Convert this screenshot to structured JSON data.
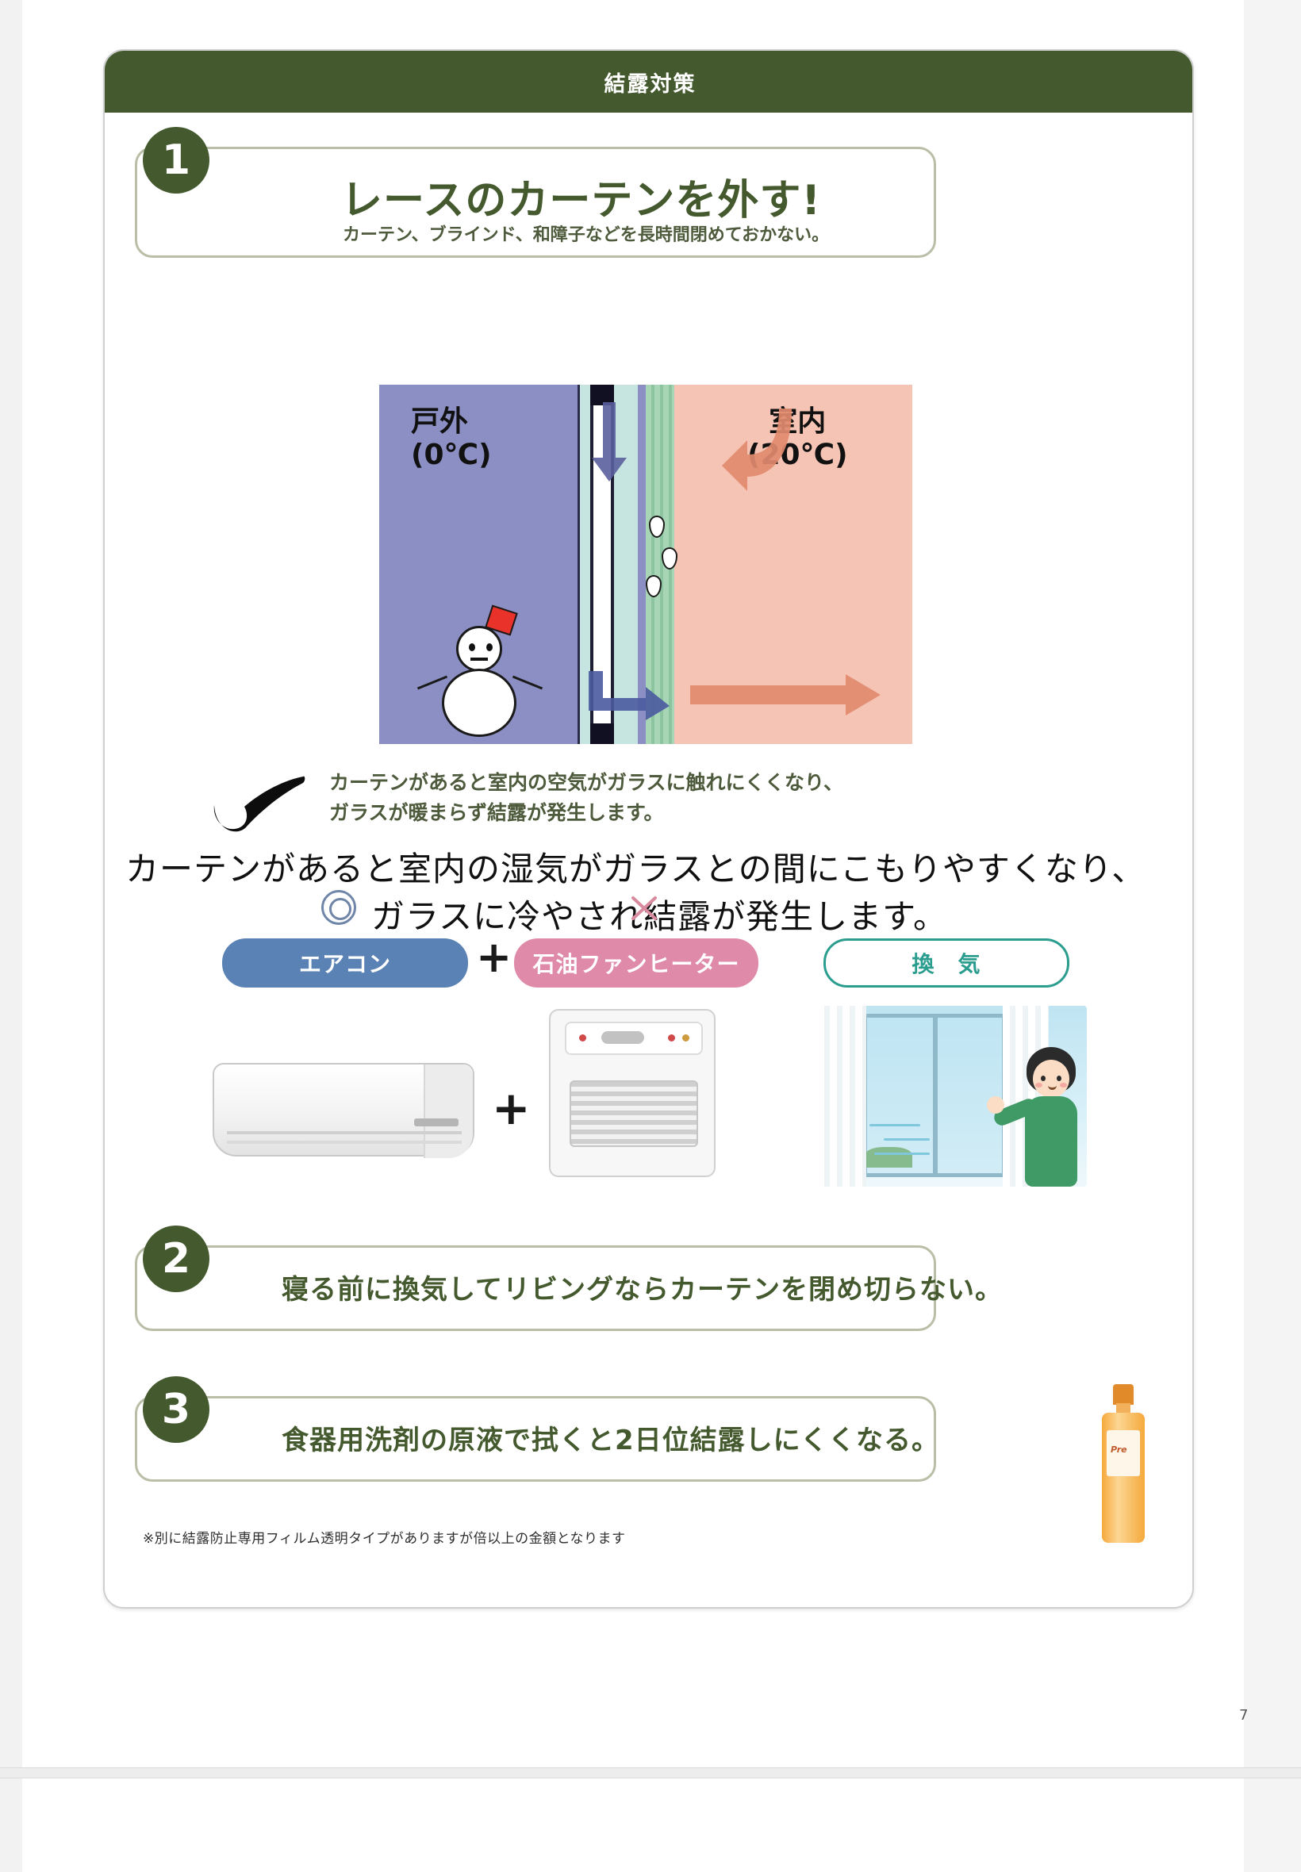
{
  "document": {
    "header_title": "結露対策",
    "page_number": "7"
  },
  "steps": [
    {
      "number": "1",
      "title": "レースのカーテンを外す!",
      "subtitle": "カーテン、ブラインド、和障子などを長時間閉めておかない。"
    },
    {
      "number": "2",
      "title": "寝る前に換気してリビングならカーテンを閉め切らない。"
    },
    {
      "number": "3",
      "title": "食器用洗剤の原液で拭くと2日位結露しにくくなる。"
    }
  ],
  "diagram": {
    "outside_label_line1": "戸外",
    "outside_label_line2": "(0℃)",
    "inside_label_line1": "室内",
    "inside_label_line2": "(20℃)",
    "outside_color": "#8b8fc4",
    "inside_color": "#f6c4b4",
    "curtain_color": "#8cc4a0",
    "glass_color": "#c6e4e0",
    "warm_arrow_color": "#e08a6e",
    "cold_arrow_color": "#5a5f9e"
  },
  "annotation": {
    "line1": "カーテンがあると室内の空気がガラスに触れにくくなり、",
    "line2": "ガラスが暖まらず結露が発生します。",
    "icon": "check-mark",
    "color": "#4e5a3c"
  },
  "overlay_correction": {
    "line1": "カーテンがあると室内の湿気がガラスとの間にこもりやすくなり、",
    "line2": "ガラスに冷やされ結露が発生します。",
    "mark": "double-circle",
    "mark_color": "#6f86a8",
    "strike_color": "#d98a9e"
  },
  "appliance_badges": [
    {
      "label": "エアコン",
      "style": "filled-blue",
      "color": "#5b82b4"
    },
    {
      "label": "石油ファンヒーター",
      "style": "filled-pink",
      "color": "#e08aa9"
    },
    {
      "label": "換　気",
      "style": "outline-teal",
      "color": "#2a9d8f"
    }
  ],
  "plus_symbols": {
    "badge_plus": "+",
    "illustration_plus": "+"
  },
  "illustrations": {
    "air_conditioner": "air-conditioner-icon",
    "kerosene_heater": "kerosene-fan-heater-icon",
    "ventilation": "open-window-ventilation-icon",
    "detergent_bottle": "dish-detergent-bottle-icon"
  },
  "footnote": "※別に結露防止専用フィルム透明タイプがありますが倍以上の金額となります",
  "theme": {
    "header_bg": "#445a2e",
    "accent_green": "#445a2e",
    "box_border": "#b9bfa6",
    "page_bg": "#ffffff"
  }
}
